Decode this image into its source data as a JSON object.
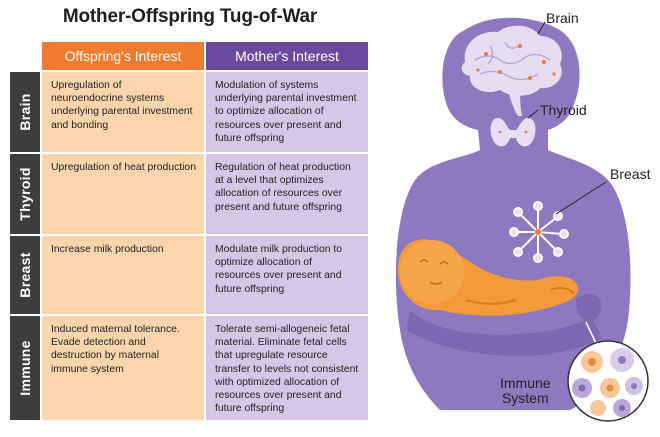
{
  "title": "Mother-Offspring Tug-of-War",
  "columns": {
    "offspring": "Offspring's Interest",
    "mother": "Mother's Interest"
  },
  "rows": [
    {
      "label": "Brain",
      "offspring": "Upregulation of neuroendocrine systems underlying parental investment and bonding",
      "mother": "Modulation of systems underlying parental investment to optimize allocation of resources over present and future offspring"
    },
    {
      "label": "Thyroid",
      "offspring": "Upregulation of heat production",
      "mother": "Regulation of heat production at a level that optimizes allocation of resources over present and future offspring"
    },
    {
      "label": "Breast",
      "offspring": "Increase milk production",
      "mother": "Modulate milk production to optimize allocation of resources over present and future offspring"
    },
    {
      "label": "Immune",
      "offspring": "Induced maternal tolerance. Evade detection and destruction by maternal immune system",
      "mother": "Tolerate semi-allogeneic fetal material. Eliminate fetal cells that upregulate resource transfer to levels not consistent with optimized allocation of resources over present and future offspring"
    }
  ],
  "figure_labels": {
    "brain": "Brain",
    "thyroid": "Thyroid",
    "breast": "Breast",
    "immune_line1": "Immune",
    "immune_line2": "System"
  },
  "colors": {
    "offspring_header": "#f07a2e",
    "mother_header": "#6b4a9e",
    "offspring_cell": "#fcd5ad",
    "mother_cell": "#d6c7e6",
    "side_label": "#3d3d3d",
    "mother_body": "#8e78bf",
    "baby": "#f39a3d"
  }
}
